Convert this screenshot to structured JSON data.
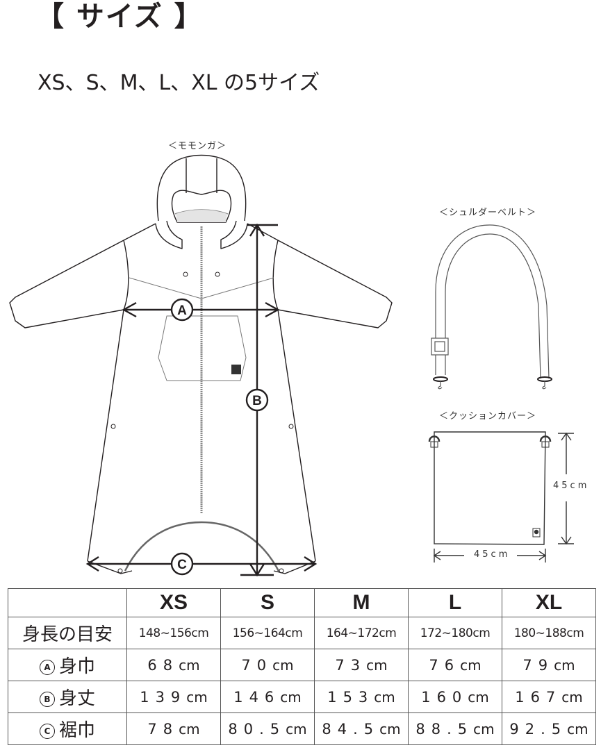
{
  "header": {
    "title": "【 サイズ 】",
    "subtitle": "XS、S、M、L、XL の5サイズ"
  },
  "diagrams": {
    "garment_label": "＜モモンガ＞",
    "belt_label": "＜シュルダーベルト＞",
    "cushion_label": "＜クッションカバー＞",
    "markers": {
      "a": "A",
      "b": "B",
      "c": "C"
    },
    "cushion_height": "45cm",
    "cushion_width": "45cm"
  },
  "table": {
    "columns": [
      "",
      "XS",
      "S",
      "M",
      "L",
      "XL"
    ],
    "rows": [
      {
        "marker": "",
        "label": "身長の目安",
        "values": [
          "148~156cm",
          "156~164cm",
          "164~172cm",
          "172~180cm",
          "180~188cm"
        ]
      },
      {
        "marker": "A",
        "label": "身巾",
        "values": [
          "68",
          "70",
          "73",
          "76",
          "79"
        ]
      },
      {
        "marker": "B",
        "label": "身丈",
        "values": [
          "139",
          "146",
          "153",
          "160",
          "167"
        ]
      },
      {
        "marker": "C",
        "label": "裾巾",
        "values": [
          "78",
          "80.5",
          "84.5",
          "88.5",
          "92.5"
        ]
      }
    ],
    "unit": "cm"
  }
}
